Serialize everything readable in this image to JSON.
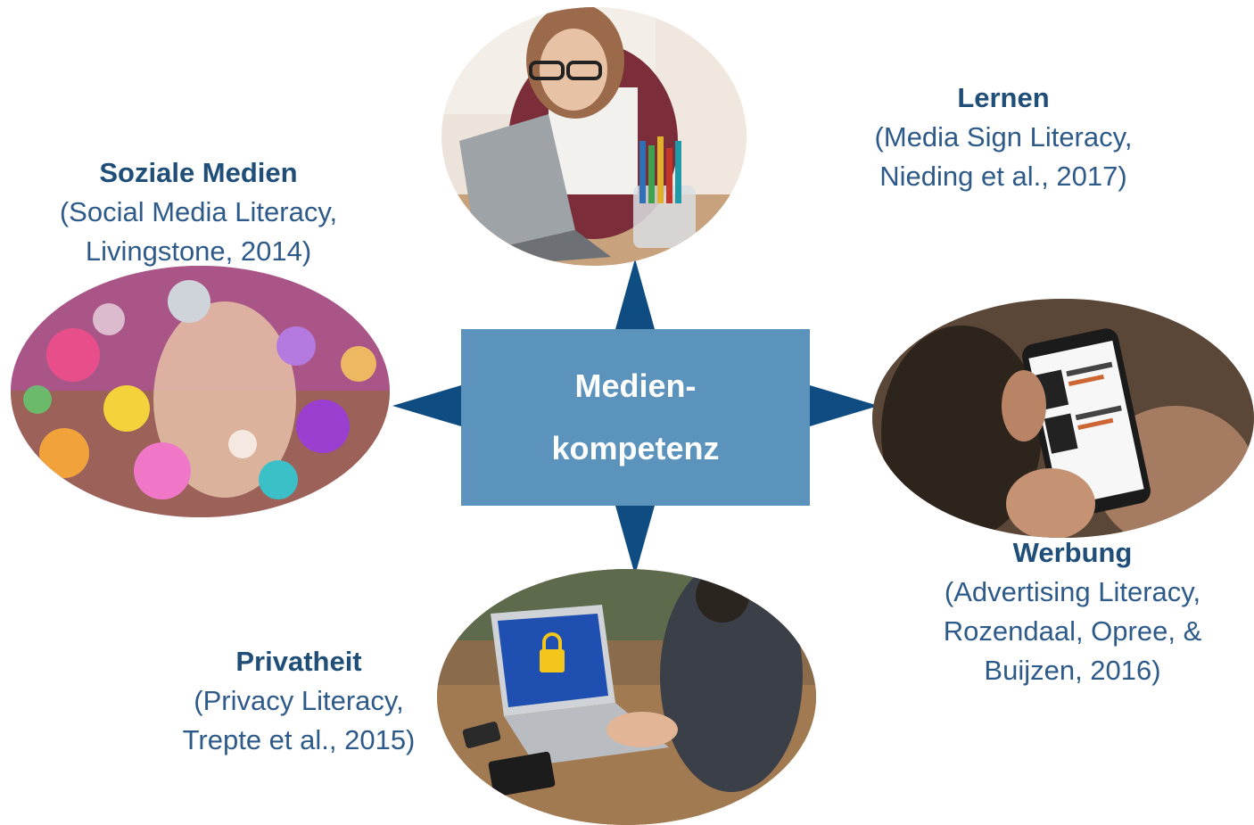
{
  "center": {
    "line1": "Medien-",
    "line2": "kompetenz"
  },
  "topics": {
    "social": {
      "title": "Soziale Medien",
      "line1": "(Social Media Literacy,",
      "line2": "Livingstone, 2014)",
      "image_icon": "social-media-face-photo"
    },
    "learning": {
      "title": "Lernen",
      "line1": "(Media Sign Literacy,",
      "line2": "Nieding et al., 2017)",
      "image_icon": "woman-at-laptop-photo"
    },
    "advertising": {
      "title": "Werbung",
      "line1": "(Advertising Literacy,",
      "line2": "Rozendaal, Opree, &",
      "line3": "Buijzen, 2016)",
      "image_icon": "smartphone-shopping-photo"
    },
    "privacy": {
      "title": "Privatheit",
      "line1": "(Privacy Literacy,",
      "line2": "Trepte et al., 2015)",
      "image_icon": "eu-lock-laptop-photo"
    }
  },
  "colors": {
    "center_box": "#5b93bd",
    "arrow": "#0f4c81",
    "title_text": "#1f4e79",
    "body_text": "#2e5a8a"
  }
}
